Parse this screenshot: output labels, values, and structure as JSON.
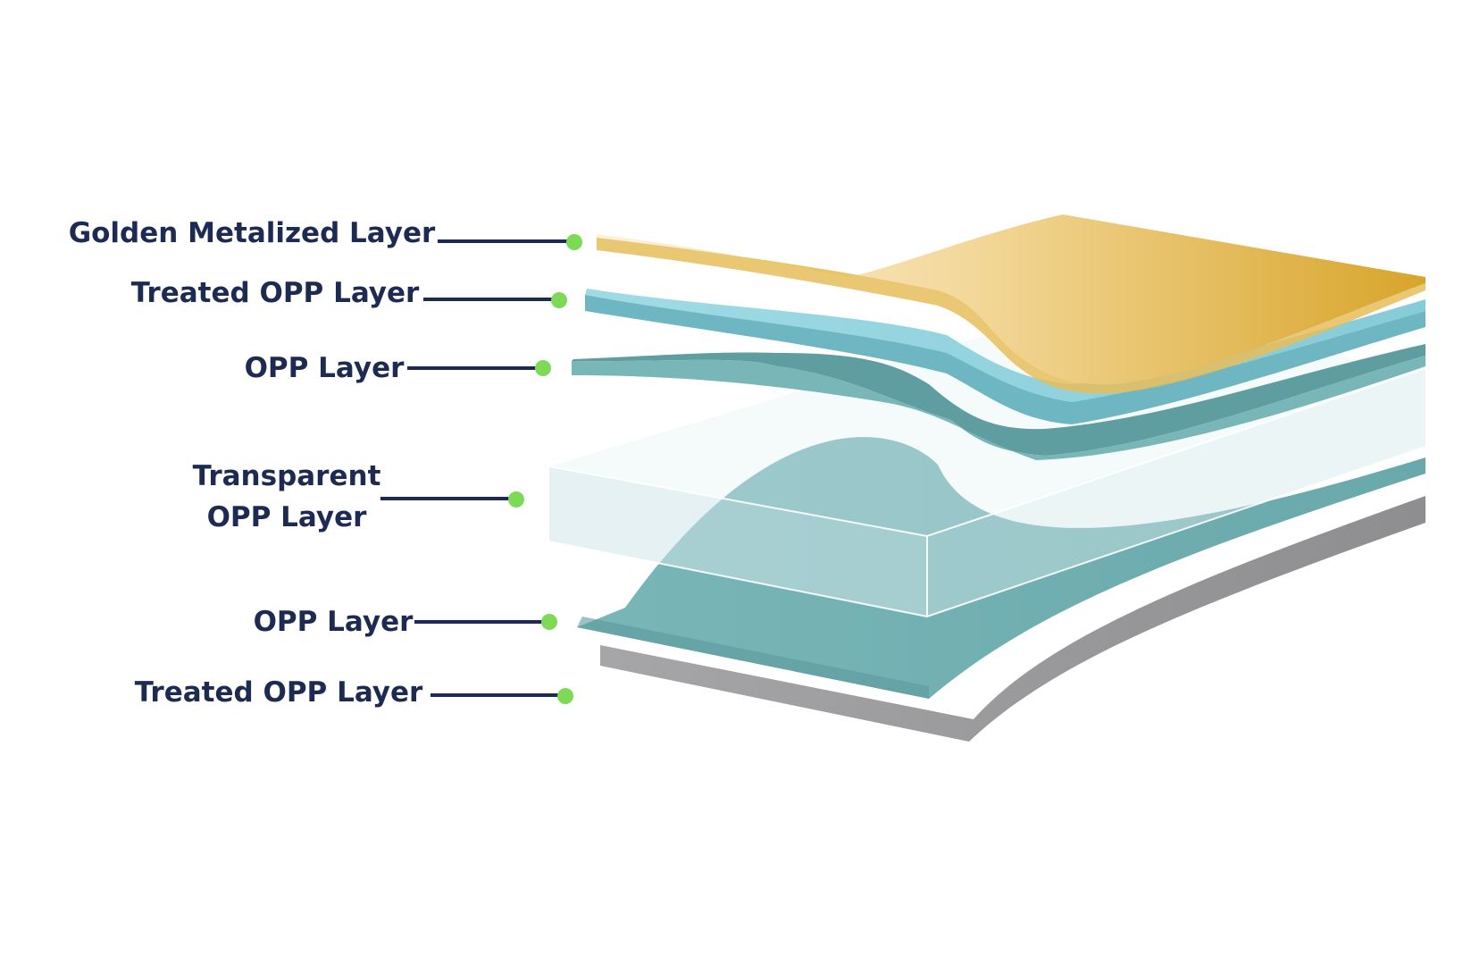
{
  "labels": {
    "golden_metalized": "Golden Metalized Layer",
    "treated_opp_top": "Treated OPP Layer",
    "opp_upper": "OPP Layer",
    "transparent_line1": "Transparent",
    "transparent_line2": "OPP Layer",
    "opp_lower": "OPP Layer",
    "treated_opp_bottom": "Treated OPP Layer"
  },
  "colors": {
    "label_text": "#1d2b53",
    "leader_line": "#1d2b53",
    "leader_dot": "#7ed957",
    "gold_light": "#fbeccb",
    "gold_dark": "#d9a82d",
    "treated_blue": "#8fd3df",
    "teal": "#72b2b4",
    "teal_dark": "#5f9ea0",
    "transparent_fill": "#cfe6ea",
    "gray": "#9a9a9c"
  }
}
